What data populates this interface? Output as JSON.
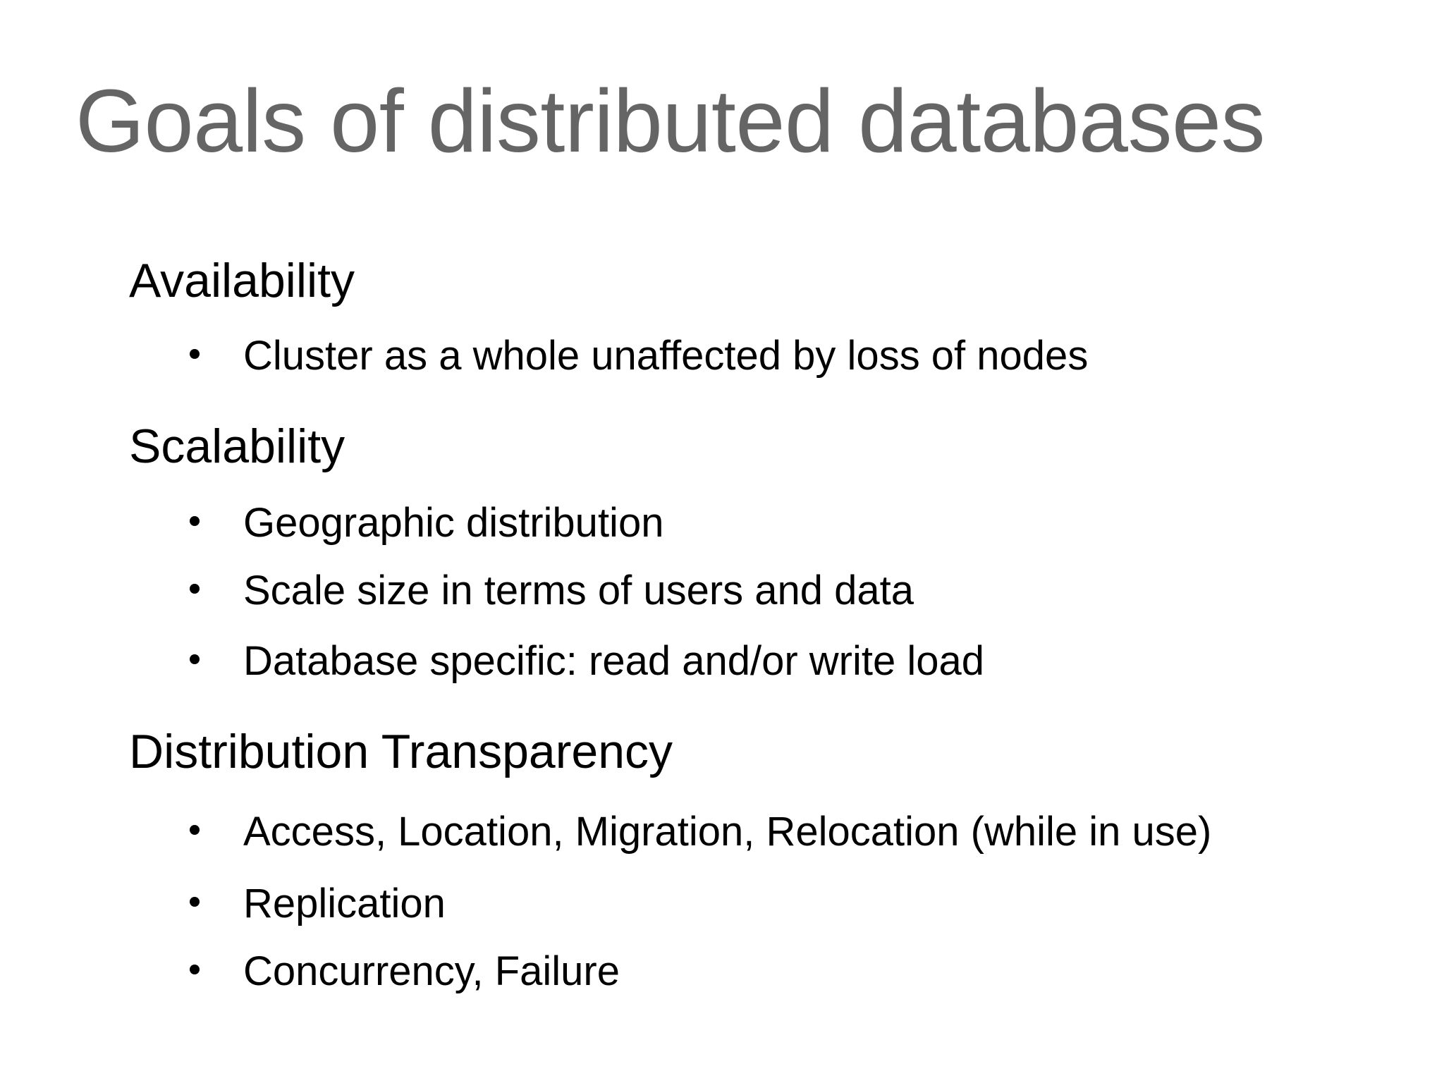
{
  "slide": {
    "title": "Goals of distributed databases",
    "sections": [
      {
        "heading": "Availability",
        "bullets": [
          "Cluster as a whole unaffected by loss of nodes"
        ]
      },
      {
        "heading": "Scalability",
        "bullets": [
          "Geographic distribution",
          "Scale size in terms of users and data",
          "Database specific: read and/or write load"
        ]
      },
      {
        "heading": "Distribution Transparency",
        "bullets": [
          "Access, Location, Migration, Relocation (while in use)",
          "Replication",
          "Concurrency, Failure"
        ]
      }
    ],
    "colors": {
      "background": "#ffffff",
      "title_gray": "#656565",
      "body_black": "#000000"
    }
  }
}
